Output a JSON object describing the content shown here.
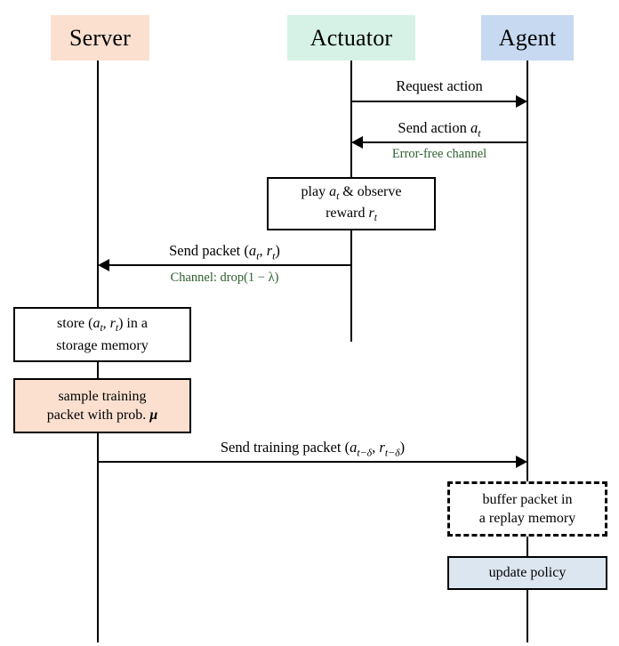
{
  "diagram": {
    "title": "Server-Actuator-Agent message sequence chart",
    "type": "sequence-diagram",
    "colors": {
      "server_header_fill": "#fbe0d0",
      "actuator_header_fill": "#d6f2e6",
      "agent_header_fill": "#c6d9f1",
      "sample_box_fill": "#fbe0d0",
      "update_policy_fill": "#dce6f1",
      "line": "#000000",
      "channel_note_text": "#2f6030",
      "background": "#ffffff"
    }
  },
  "participants": [
    {
      "id": "server",
      "label": "Server"
    },
    {
      "id": "actuator",
      "label": "Actuator"
    },
    {
      "id": "agent",
      "label": "Agent"
    }
  ],
  "messages": [
    {
      "id": "request-action",
      "from": "actuator",
      "to": "agent",
      "direction": "right",
      "label": "Request action",
      "sublabel": ""
    },
    {
      "id": "send-action",
      "from": "agent",
      "to": "actuator",
      "direction": "left",
      "label": "Send action a_t",
      "label_html": "Send action <span class=\"mi\">a<span class=\"sub\">t</span></span>",
      "sublabel": "Error-free channel"
    },
    {
      "id": "send-packet",
      "from": "actuator",
      "to": "server",
      "direction": "left",
      "label": "Send packet (a_t, r_t)",
      "label_html": "Send packet (<span class=\"mi\">a<span class=\"sub\">t</span></span>, <span class=\"mi\">r<span class=\"sub\">t</span></span>)",
      "sublabel": "Channel: drop(1 − λ)"
    },
    {
      "id": "send-training-packet",
      "from": "server",
      "to": "agent",
      "direction": "right",
      "label": "Send training packet (a_{t-δ}, r_{t-δ})",
      "label_html": "Send training packet (<span class=\"mi\">a<span class=\"sub\">t−δ</span></span>, <span class=\"mi\">r<span class=\"sub\">t−δ</span></span>)",
      "sublabel": ""
    }
  ],
  "boxes": [
    {
      "id": "play-observe",
      "on": "actuator",
      "style": "solid",
      "fill": "#ffffff",
      "lines": [
        "play a_t & observe",
        "reward r_t"
      ],
      "lines_html": [
        "play <span class=\"mi\">a<span class=\"sub\">t</span></span> &amp; observe",
        "reward <span class=\"mi\">r<span class=\"sub\">t</span></span>"
      ]
    },
    {
      "id": "store-packet",
      "on": "server",
      "style": "solid",
      "fill": "#ffffff",
      "lines": [
        "store (a_t, r_t) in a",
        "storage memory"
      ],
      "lines_html": [
        "store (<span class=\"mi\">a<span class=\"sub\">t</span></span>, <span class=\"mi\">r<span class=\"sub\">t</span></span>) in a",
        "storage memory"
      ]
    },
    {
      "id": "sample-training-packet",
      "on": "server",
      "style": "solid",
      "fill": "#fbe0d0",
      "lines": [
        "sample training",
        "packet with prob. μ"
      ],
      "lines_html": [
        "sample training",
        "packet with prob. <span class=\"bmi\">μ</span>"
      ]
    },
    {
      "id": "buffer-packet",
      "on": "agent",
      "style": "dashed",
      "fill": "#ffffff",
      "lines": [
        "buffer packet in",
        "a replay memory"
      ],
      "lines_html": [
        "buffer packet in",
        "a replay memory"
      ]
    },
    {
      "id": "update-policy",
      "on": "agent",
      "style": "solid",
      "fill": "#dce6f1",
      "lines": [
        "update policy"
      ],
      "lines_html": [
        "update policy"
      ]
    }
  ]
}
